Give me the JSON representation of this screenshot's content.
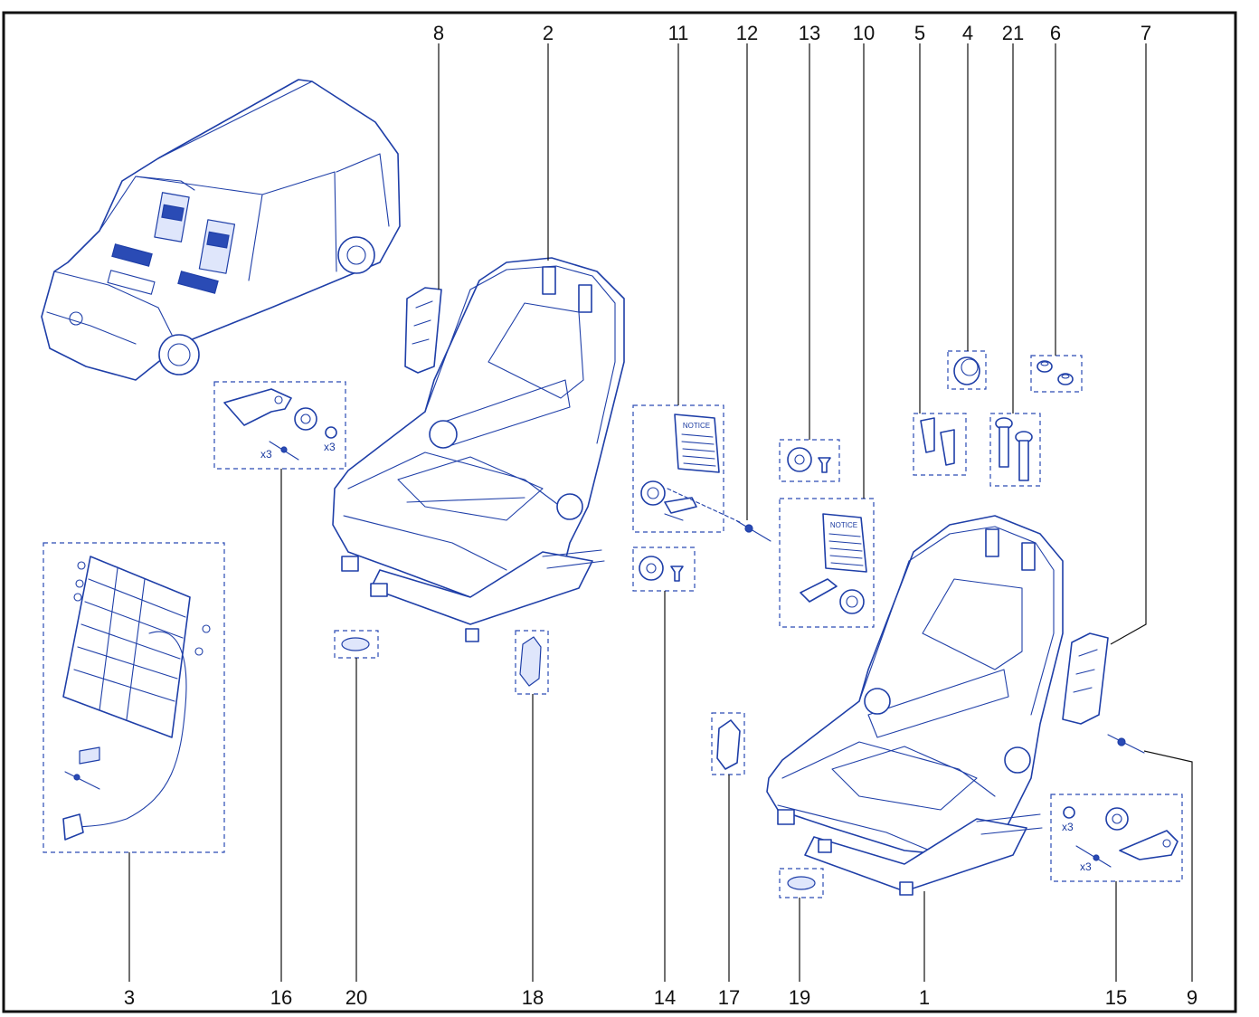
{
  "callouts": {
    "c1": "1",
    "c2": "2",
    "c3": "3",
    "c4": "4",
    "c5": "5",
    "c6": "6",
    "c7": "7",
    "c8": "8",
    "c9": "9",
    "c10": "10",
    "c11": "11",
    "c12": "12",
    "c13": "13",
    "c14": "14",
    "c15": "15",
    "c16": "16",
    "c17": "17",
    "c18": "18",
    "c19": "19",
    "c20": "20",
    "c21": "21"
  },
  "notice_label": "NOTICE",
  "quantities": {
    "x3": "x3"
  },
  "colors": {
    "line": "#1f3fa8",
    "frame": "#111111",
    "box": "#2a4bb5",
    "fill": "#dfe6fb"
  },
  "icons": [
    "van-icon",
    "seat-frame-icon",
    "notice-booklet-icon",
    "spring-mat-icon",
    "armrest-icon",
    "knob-icon",
    "bolt-icon"
  ]
}
